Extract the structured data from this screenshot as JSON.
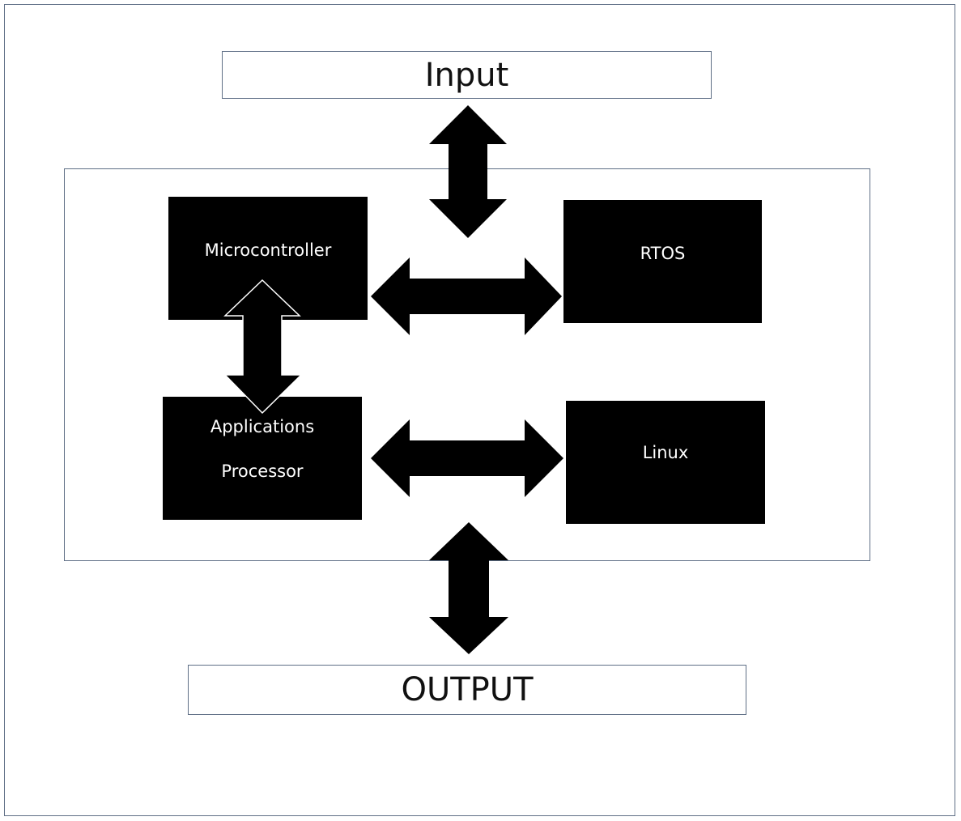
{
  "diagram": {
    "input_label": "Input",
    "output_label": "OUTPUT",
    "blocks": {
      "microcontroller": "Microcontroller",
      "rtos": "RTOS",
      "applications_line1": "Applications",
      "applications_line2": "Processor",
      "linux": "Linux"
    },
    "colors": {
      "block_fill": "#000000",
      "block_text": "#ffffff",
      "frame_border": "#5f6f86",
      "arrow_fill": "#000000"
    }
  }
}
